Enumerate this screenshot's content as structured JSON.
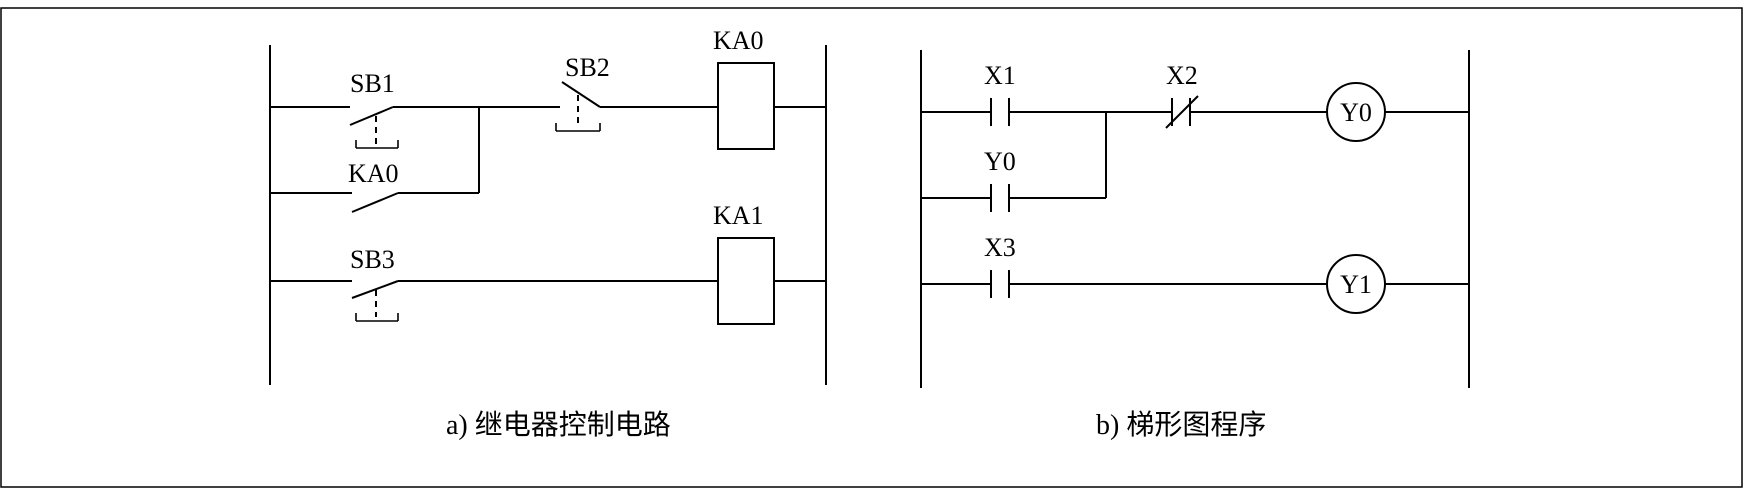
{
  "relay_circuit": {
    "caption": "a) 继电器控制电路",
    "sb1_label": "SB1",
    "sb2_label": "SB2",
    "ka0_contact_label": "KA0",
    "ka0_coil_label": "KA0",
    "sb3_label": "SB3",
    "ka1_coil_label": "KA1"
  },
  "ladder_program": {
    "caption": "b) 梯形图程序",
    "x1_label": "X1",
    "x2_label": "X2",
    "y0_contact_label": "Y0",
    "y0_coil_label": "Y0",
    "x3_label": "X3",
    "y1_coil_label": "Y1"
  }
}
